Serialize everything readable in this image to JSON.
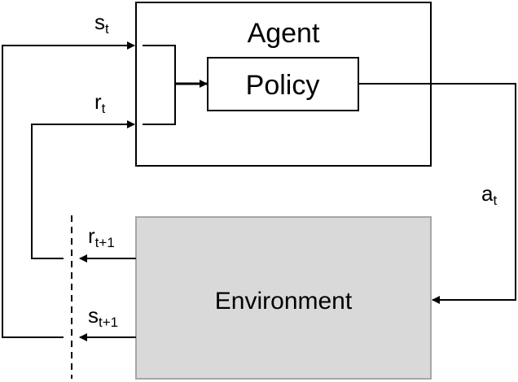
{
  "colors": {
    "stroke": "#000000",
    "environment_fill": "#d9d9d9",
    "environment_stroke": "#a6a6a6",
    "background": "#ffffff"
  },
  "agent": {
    "label": "Agent"
  },
  "policy": {
    "label": "Policy"
  },
  "environment": {
    "label": "Environment"
  },
  "signals": {
    "state_t": {
      "symbol": "s",
      "subscript": "t"
    },
    "reward_t": {
      "symbol": "r",
      "subscript": "t"
    },
    "action_t": {
      "symbol": "a",
      "subscript": "t"
    },
    "reward_t1": {
      "symbol": "r",
      "subscript": "t+1"
    },
    "state_t1": {
      "symbol": "s",
      "subscript": "t+1"
    }
  }
}
